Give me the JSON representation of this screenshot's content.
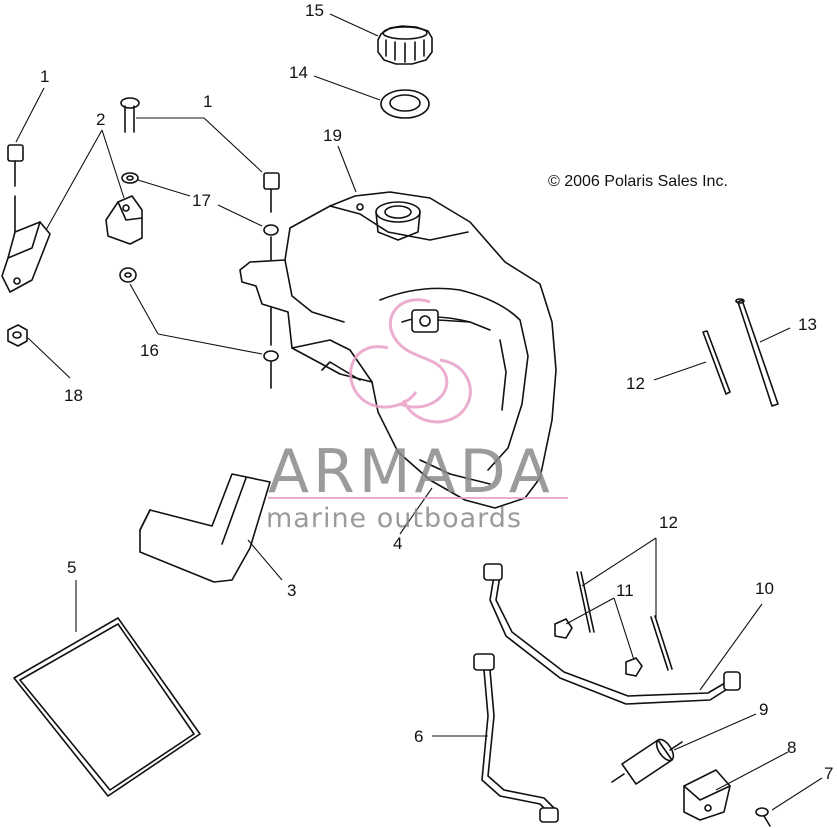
{
  "copyright": "© 2006 Polaris Sales Inc.",
  "watermark": {
    "brand": "ARMADA",
    "tagline": "marine outboards",
    "accent_color": "#e8a0c8",
    "text_color": "#8a8a8a"
  },
  "callouts": {
    "c15": "15",
    "c14": "14",
    "c1a": "1",
    "c1b": "1",
    "c2": "2",
    "c17": "17",
    "c19": "19",
    "c16": "16",
    "c18": "18",
    "c13": "13",
    "c12a": "12",
    "c12b": "12",
    "c11": "11",
    "c10": "10",
    "c9": "9",
    "c8": "8",
    "c7": "7",
    "c6": "6",
    "c5": "5",
    "c4": "4",
    "c3": "3"
  }
}
